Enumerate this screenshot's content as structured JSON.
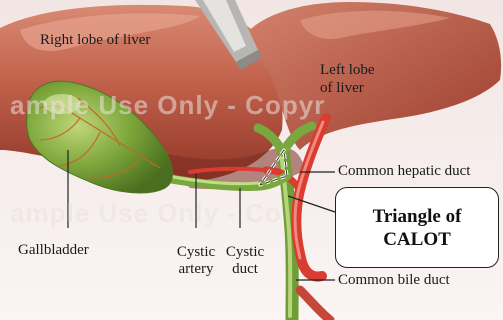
{
  "labels": {
    "right_lobe": [
      "Right lobe of liver"
    ],
    "left_lobe": [
      "Left lobe",
      "of liver"
    ],
    "gallbladder": [
      "Gallbladder"
    ],
    "cystic_artery": [
      "Cystic",
      "artery"
    ],
    "cystic_duct": [
      "Cystic",
      "duct"
    ],
    "common_hepatic_duct": [
      "Common hepatic duct"
    ],
    "common_bile_duct": [
      "Common bile duct"
    ]
  },
  "callout": [
    "Triangle of",
    "CALOT"
  ],
  "watermark": [
    "ample Use Only - Copyr",
    "ample Use Only - Co"
  ],
  "colors": {
    "liver": "#b9513f",
    "gallbladder": "#7aa63a",
    "duct": "#8dba4a",
    "artery": "#e0463a",
    "triangle_outline": "#ffffff"
  }
}
